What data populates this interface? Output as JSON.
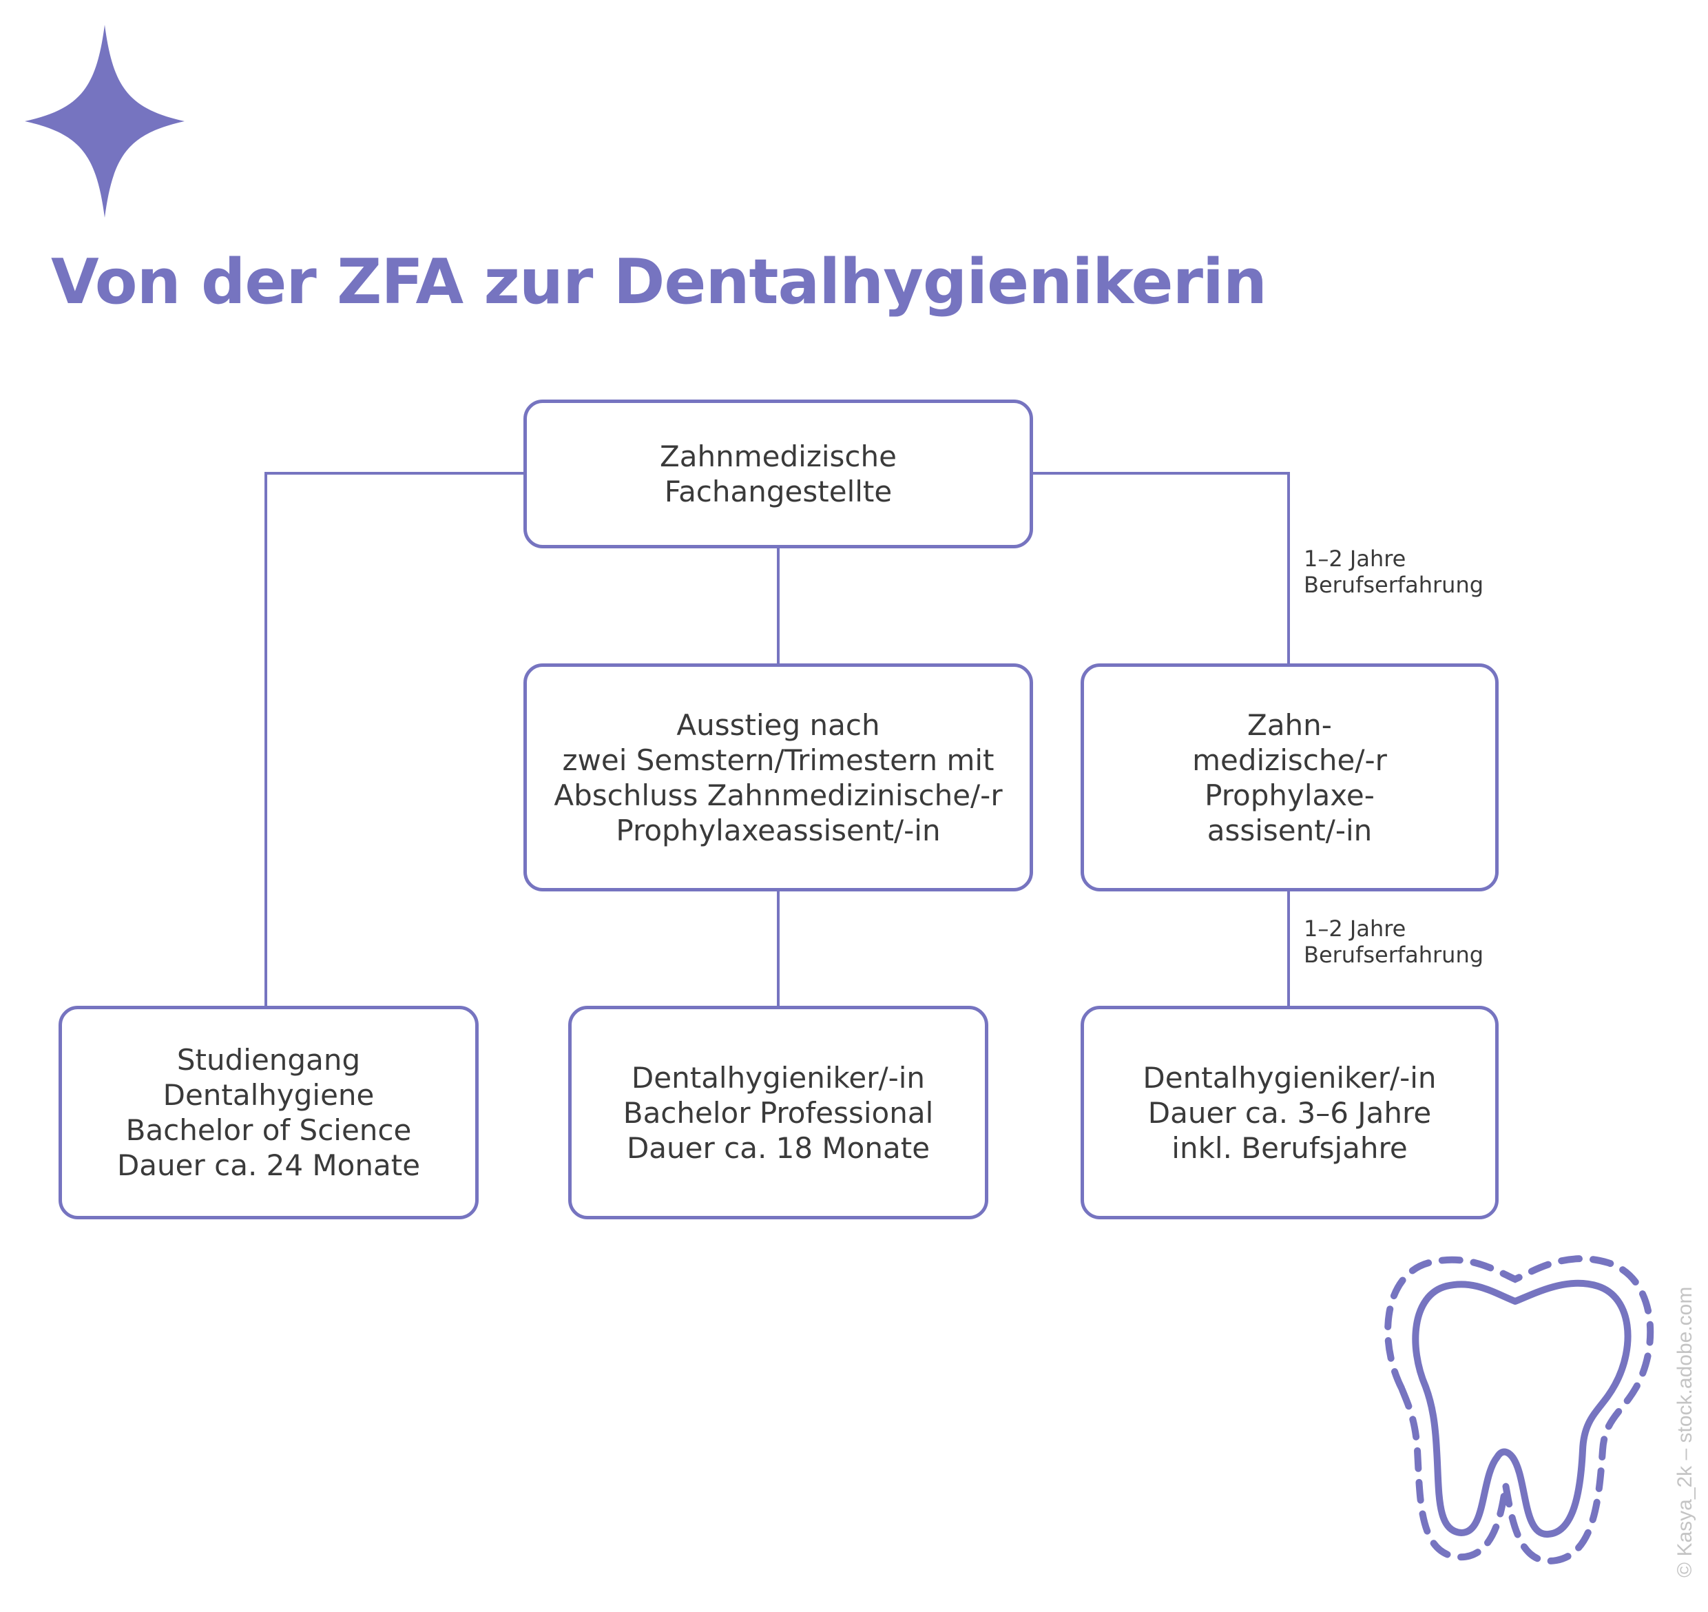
{
  "title": "Von der ZFA zur Dentalhygienikerin",
  "colors": {
    "accent": "#7674c0",
    "text": "#3a3a3a",
    "credit": "#c4c4c4"
  },
  "boxes": {
    "root": {
      "lines": [
        "Zahnmedizische",
        "Fachangestellte"
      ]
    },
    "middle": {
      "lines": [
        "Ausstieg nach",
        "zwei Semstern/Trimestern mit",
        "Abschluss Zahnmedizinische/-r",
        "Prophylaxeassisent/-in"
      ]
    },
    "right_mid": {
      "lines": [
        "Zahn-",
        "medizische/-r",
        "Prophylaxe-",
        "assisent/-in"
      ]
    },
    "bottom_left": {
      "lines": [
        "Studiengang",
        "Dentalhygiene",
        "Bachelor of Science",
        "Dauer ca. 24 Monate"
      ]
    },
    "bottom_mid": {
      "lines": [
        "Dentalhygieniker/-in",
        "Bachelor Professional",
        "Dauer ca. 18 Monate"
      ]
    },
    "bottom_right": {
      "lines": [
        "Dentalhygieniker/-in",
        "Dauer ca. 3–6 Jahre",
        "inkl. Berufsjahre"
      ]
    }
  },
  "edge_labels": {
    "top_right": [
      "1–2 Jahre",
      "Berufserfahrung"
    ],
    "bottom_right": [
      "1–2 Jahre",
      "Berufserfahrung"
    ]
  },
  "icons": {
    "top_left": "four-point-star-icon",
    "bottom_right": "tooth-icon"
  },
  "credit": "© Kasya_2k – stock.adobe.com"
}
